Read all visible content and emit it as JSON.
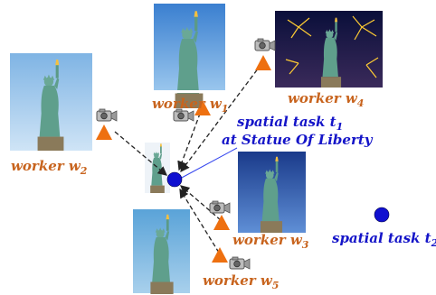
{
  "colors": {
    "worker_label": "#c8641e",
    "task_label": "#1414c8",
    "task_dot": "#1010d0",
    "worker_marker": "#ee7010",
    "arrow": "#222222",
    "connector": "#3344ee"
  },
  "workers": [
    {
      "id": "w1",
      "prefix": "worker w",
      "sub": "1"
    },
    {
      "id": "w2",
      "prefix": "worker w",
      "sub": "2"
    },
    {
      "id": "w3",
      "prefix": "worker w",
      "sub": "3"
    },
    {
      "id": "w4",
      "prefix": "worker w",
      "sub": "4"
    },
    {
      "id": "w5",
      "prefix": "worker w",
      "sub": "5"
    }
  ],
  "tasks": [
    {
      "id": "t1",
      "prefix": "spatial task t",
      "sub": "1",
      "extra": "at Statue Of Liberty"
    },
    {
      "id": "t2",
      "prefix": "spatial task t",
      "sub": "2"
    }
  ],
  "icons": {
    "photo": "statue-of-liberty-photo",
    "worker": "orange-triangle",
    "device": "camera-icon",
    "task": "blue-dot"
  }
}
